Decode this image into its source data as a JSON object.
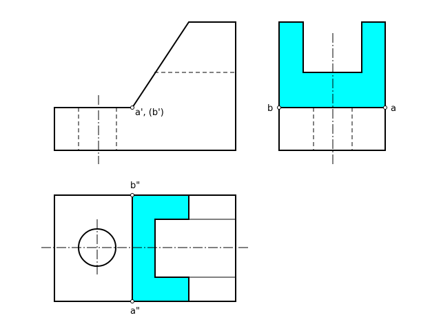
{
  "colors": {
    "section_fill": "#00FFFF",
    "line": "#000000",
    "background": "#FFFFFF"
  },
  "labels": {
    "front_point": "a', (b')",
    "side_left_point": "b",
    "side_right_point": "a",
    "top_upper_point": "b\"",
    "top_lower_point": "a\""
  }
}
